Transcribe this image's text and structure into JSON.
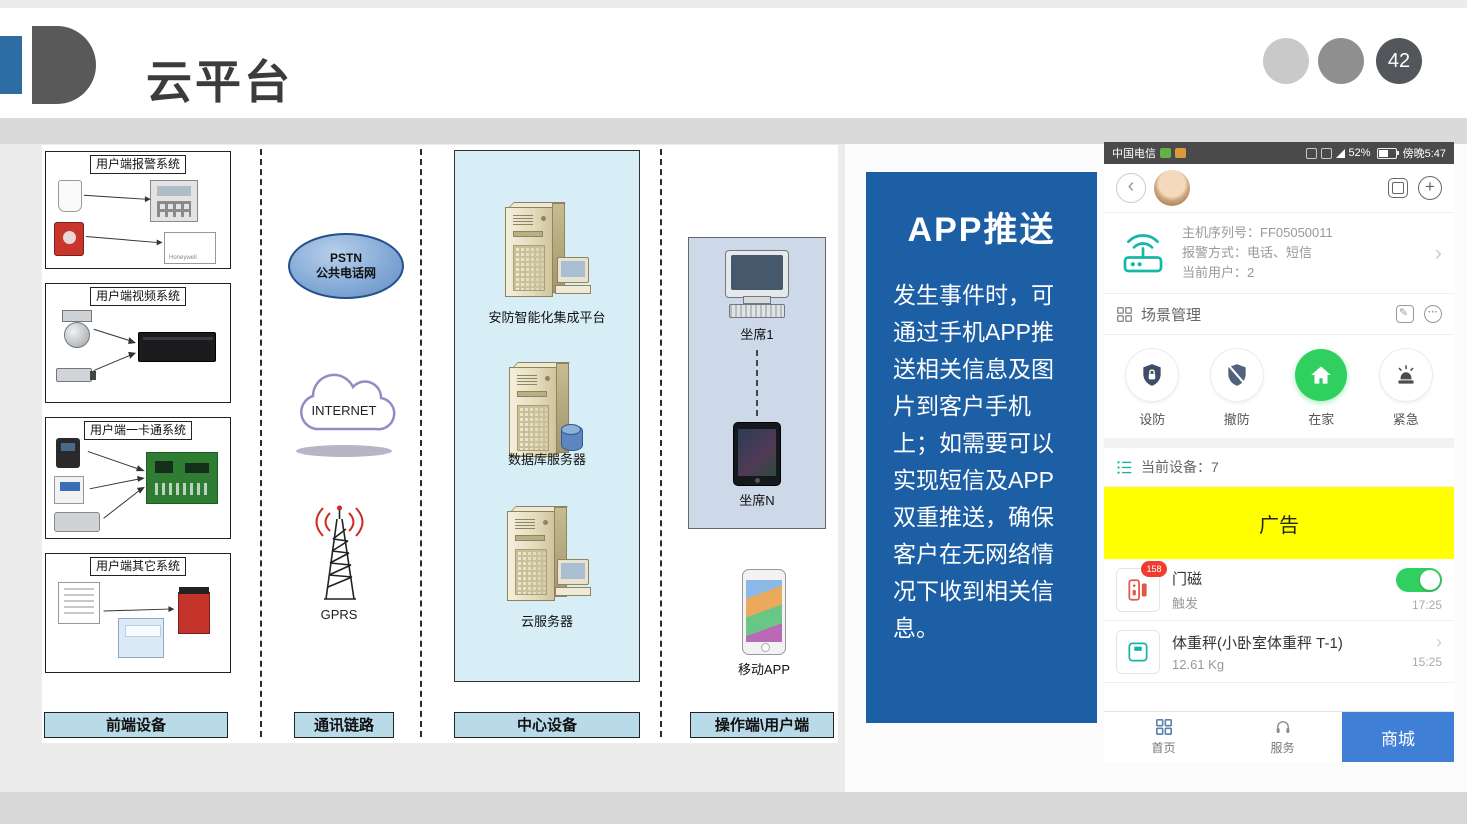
{
  "slide": {
    "title": "云平台",
    "page_number": "42"
  },
  "columns": {
    "frontend": "前端设备",
    "links": "通讯链路",
    "center": "中心设备",
    "operators": "操作端\\用户端"
  },
  "frontend_boxes": {
    "alarm": "用户端报警系统",
    "video": "用户端视频系统",
    "card": "用户端一卡通系统",
    "other": "用户端其它系统",
    "panel_brand": "Honeywell"
  },
  "links": {
    "pstn_line1": "PSTN",
    "pstn_line2": "公共电话网",
    "internet": "INTERNET",
    "gprs": "GPRS"
  },
  "center": {
    "server1": "安防智能化集成平台",
    "server2": "数据库服务器",
    "server3": "云服务器"
  },
  "operators": {
    "seat1": "坐席1",
    "seatN": "坐席N",
    "mobile": "移动APP"
  },
  "app_push": {
    "title": "APP推送",
    "body": "发生事件时，可通过手机APP推送相关信息及图片到客户手机上；如需要可以实现短信及APP双重推送，确保客户在无网络情况下收到相关信息。"
  },
  "phone": {
    "status": {
      "carrier": "中国电信",
      "battery": "52%",
      "time": "傍晚5:47"
    },
    "device_card": {
      "serial": "主机序列号：FF05050011",
      "alarm_mode": "报警方式：电话、短信",
      "current_user": "当前用户：2"
    },
    "scene": {
      "title": "场景管理",
      "buttons": {
        "arm": "设防",
        "disarm": "撤防",
        "home": "在家",
        "emergency": "紧急"
      }
    },
    "list": {
      "header": "当前设备：7",
      "ad": "广告"
    },
    "items": [
      {
        "name": "门磁",
        "status": "触发",
        "time": "17:25",
        "badge": "158"
      },
      {
        "name": "体重秤(小卧室体重秤 T-1)",
        "value": "12.61 Kg",
        "time": "15:25"
      }
    ],
    "nav": {
      "home": "首页",
      "service": "服务",
      "mall": "商城"
    }
  },
  "colors": {
    "accent_blue": "#1d5fa5",
    "ad_yellow": "#ffff00",
    "toggle_green": "#2fd05f",
    "nav_blue": "#3f7fd6",
    "teal": "#14b8a8"
  }
}
